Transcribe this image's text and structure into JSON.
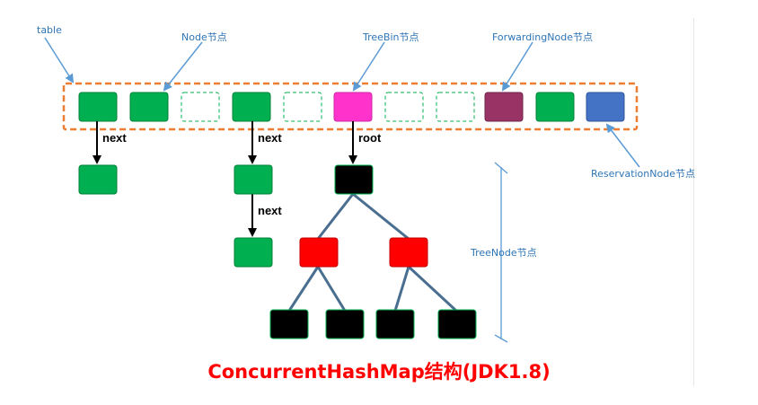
{
  "title": "ConcurrentHashMap结构(JDK1.8)",
  "labels": {
    "table": "table",
    "node": "Node节点",
    "treebin": "TreeBin节点",
    "forwarding": "ForwardingNode节点",
    "reservation": "ReservationNode节点",
    "treenode": "TreeNode节点",
    "next": "next",
    "root": "root"
  },
  "colors": {
    "node": "#00B050",
    "node_border": "#00813A",
    "treebin": "#FF33CC",
    "forwarding": "#993366",
    "reservation": "#4472C4",
    "treenode_black": "#000000",
    "treenode_red": "#FF0000",
    "callout": "#5B9BD5",
    "table_border": "#ED7D31",
    "edge": "#4A6E8F",
    "title": "#FF0000"
  },
  "table_slots": [
    "node",
    "node",
    "empty",
    "node",
    "empty",
    "treebin",
    "empty",
    "empty",
    "forwarding",
    "node",
    "reservation"
  ]
}
